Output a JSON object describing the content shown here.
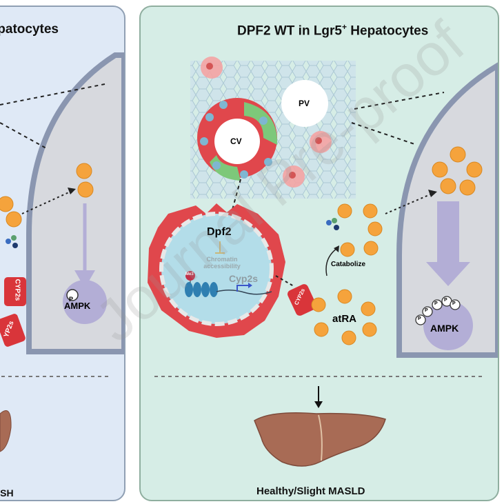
{
  "left_panel": {
    "title": "Hepatocytes",
    "ampk_label": "AMPK",
    "phospho_label": "P",
    "cyp_labels": [
      "CYP2s",
      "YP2s"
    ],
    "outcome": "ASH"
  },
  "right_panel": {
    "title_main": "DPF2 WT in Lgr5",
    "title_sup": "+",
    "title_rest": " Hepatocytes",
    "pv_label": "PV",
    "cv_label": "CV",
    "dpf2_label": "Dpf2",
    "chromatin_line1": "Chromatin",
    "chromatin_line2": "accessibility",
    "me3_label": "Me3",
    "cyp2s_label": "Cyp2s",
    "cyp_enzyme_label": "CYP2s",
    "catabolize_label": "Catabolize",
    "atra_label": "atRA",
    "ampk_label": "AMPK",
    "phospho_label": "P",
    "outcome": "Healthy/Slight MASLD"
  },
  "watermark": "Journal Pre-proof",
  "colors": {
    "left_bg": "#dfe9f6",
    "right_bg": "#d6ede6",
    "hepatocyte_red": "#e0474c",
    "orange_ball": "#f5a33c",
    "ampk_purple": "#b3aed6",
    "liver_brown": "#a86b55",
    "nucleus_blue": "#b3dde9"
  }
}
